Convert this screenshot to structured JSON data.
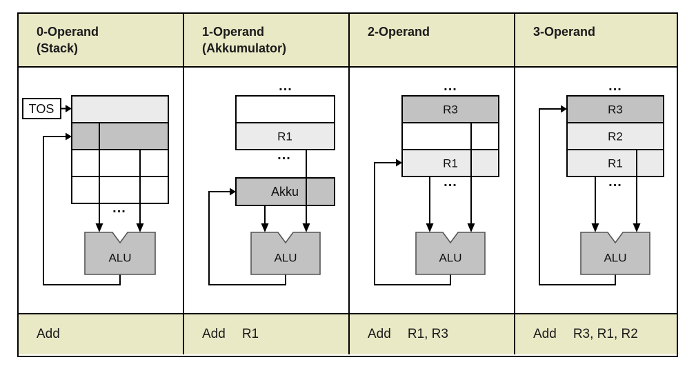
{
  "columns": [
    {
      "header_line1": "0-Operand",
      "header_line2": "(Stack)",
      "mnemonic": "Add",
      "operands": ""
    },
    {
      "header_line1": "1-Operand",
      "header_line2": "(Akkumulator)",
      "mnemonic": "Add",
      "operands": "R1"
    },
    {
      "header_line1": "2-Operand",
      "header_line2": "",
      "mnemonic": "Add",
      "operands": "R1, R3"
    },
    {
      "header_line1": "3-Operand",
      "header_line2": "",
      "mnemonic": "Add",
      "operands": "R3, R1, R2"
    }
  ],
  "labels": {
    "tos": "TOS",
    "akku": "Akku",
    "alu": "ALU",
    "r1": "R1",
    "r2": "R2",
    "r3": "R3",
    "ellipsis": "..."
  },
  "colors": {
    "band-bg": "#e9e9c6",
    "cell-light": "#ebebeb",
    "cell-dark": "#c2c2c2",
    "alu-fill": "#c2c2c2",
    "line": "#000000",
    "alu-stroke": "#555555"
  }
}
